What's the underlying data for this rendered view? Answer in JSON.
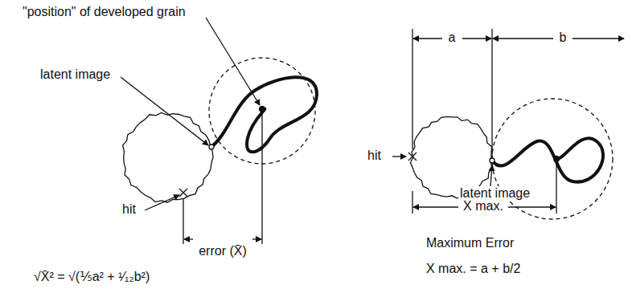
{
  "diagram": {
    "labels": [
      "\"position\" of developed grain",
      "latent image",
      "hit",
      "error (X̄)",
      "√X̄² = √(⅕a² + ¹⁄₁₂b²)",
      "a",
      "b",
      "hit",
      "latent image",
      "X max.",
      "Maximum Error",
      "X max. = a + b/2"
    ]
  }
}
